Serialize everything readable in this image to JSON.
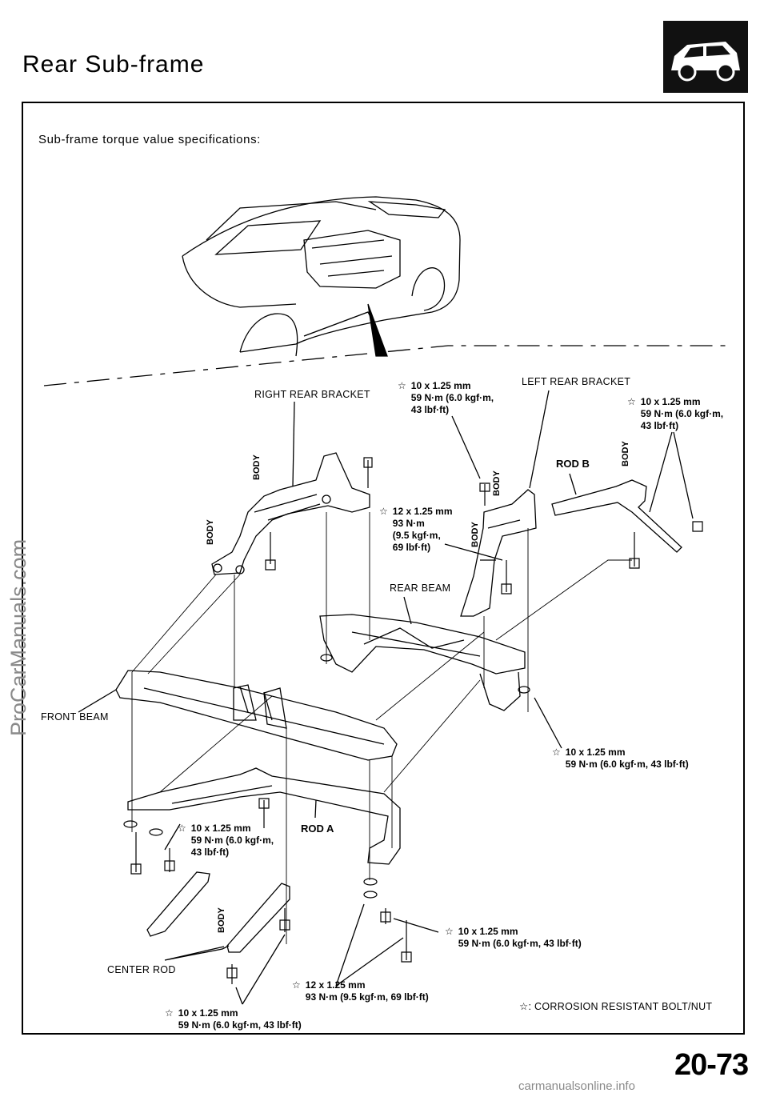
{
  "header": {
    "title": "Rear Sub-frame"
  },
  "intro": "Sub-frame torque value specifications:",
  "watermark": "ProCarManuals.com",
  "labels": {
    "right_rear_bracket": "RIGHT REAR BRACKET",
    "left_rear_bracket": "LEFT REAR BRACKET",
    "rear_beam": "REAR BEAM",
    "front_beam": "FRONT  BEAM",
    "center_rod": "CENTER  ROD",
    "rod_a": "ROD A",
    "rod_b": "ROD B",
    "body": "BODY"
  },
  "specs": {
    "s1": {
      "star": "☆",
      "text": "10 x 1.25 mm\n59 N·m (6.0 kgf·m,\n43 lbf·ft)"
    },
    "s2": {
      "star": "☆",
      "text": "10 x 1.25 mm\n59 N·m (6.0 kgf·m,\n43 lbf·ft)"
    },
    "s3": {
      "star": "☆",
      "text": "12 x 1.25 mm\n93 N·m\n(9.5 kgf·m,\n69 lbf·ft)"
    },
    "s4": {
      "star": "☆",
      "text": "10 x 1.25 mm\n59 N·m (6.0 kgf·m, 43 lbf·ft)"
    },
    "s5": {
      "star": "☆",
      "text": "10 x 1.25 mm\n59 N·m (6.0 kgf·m,\n43 lbf·ft)"
    },
    "s6": {
      "star": "☆",
      "text": "10 x 1.25 mm\n59 N·m (6.0 kgf·m, 43 lbf·ft)"
    },
    "s7": {
      "star": "☆",
      "text": "12 x 1.25 mm\n93 N·m (9.5 kgf·m, 69 lbf·ft)"
    },
    "s8": {
      "star": "☆",
      "text": "10 x 1.25 mm\n59 N·m (6.0 kgf·m, 43 lbf·ft)"
    }
  },
  "legend": {
    "star": "☆",
    "text": ": CORROSION RESISTANT BOLT/NUT"
  },
  "page_number": "20-73",
  "footer": "carmanualsonline.info"
}
